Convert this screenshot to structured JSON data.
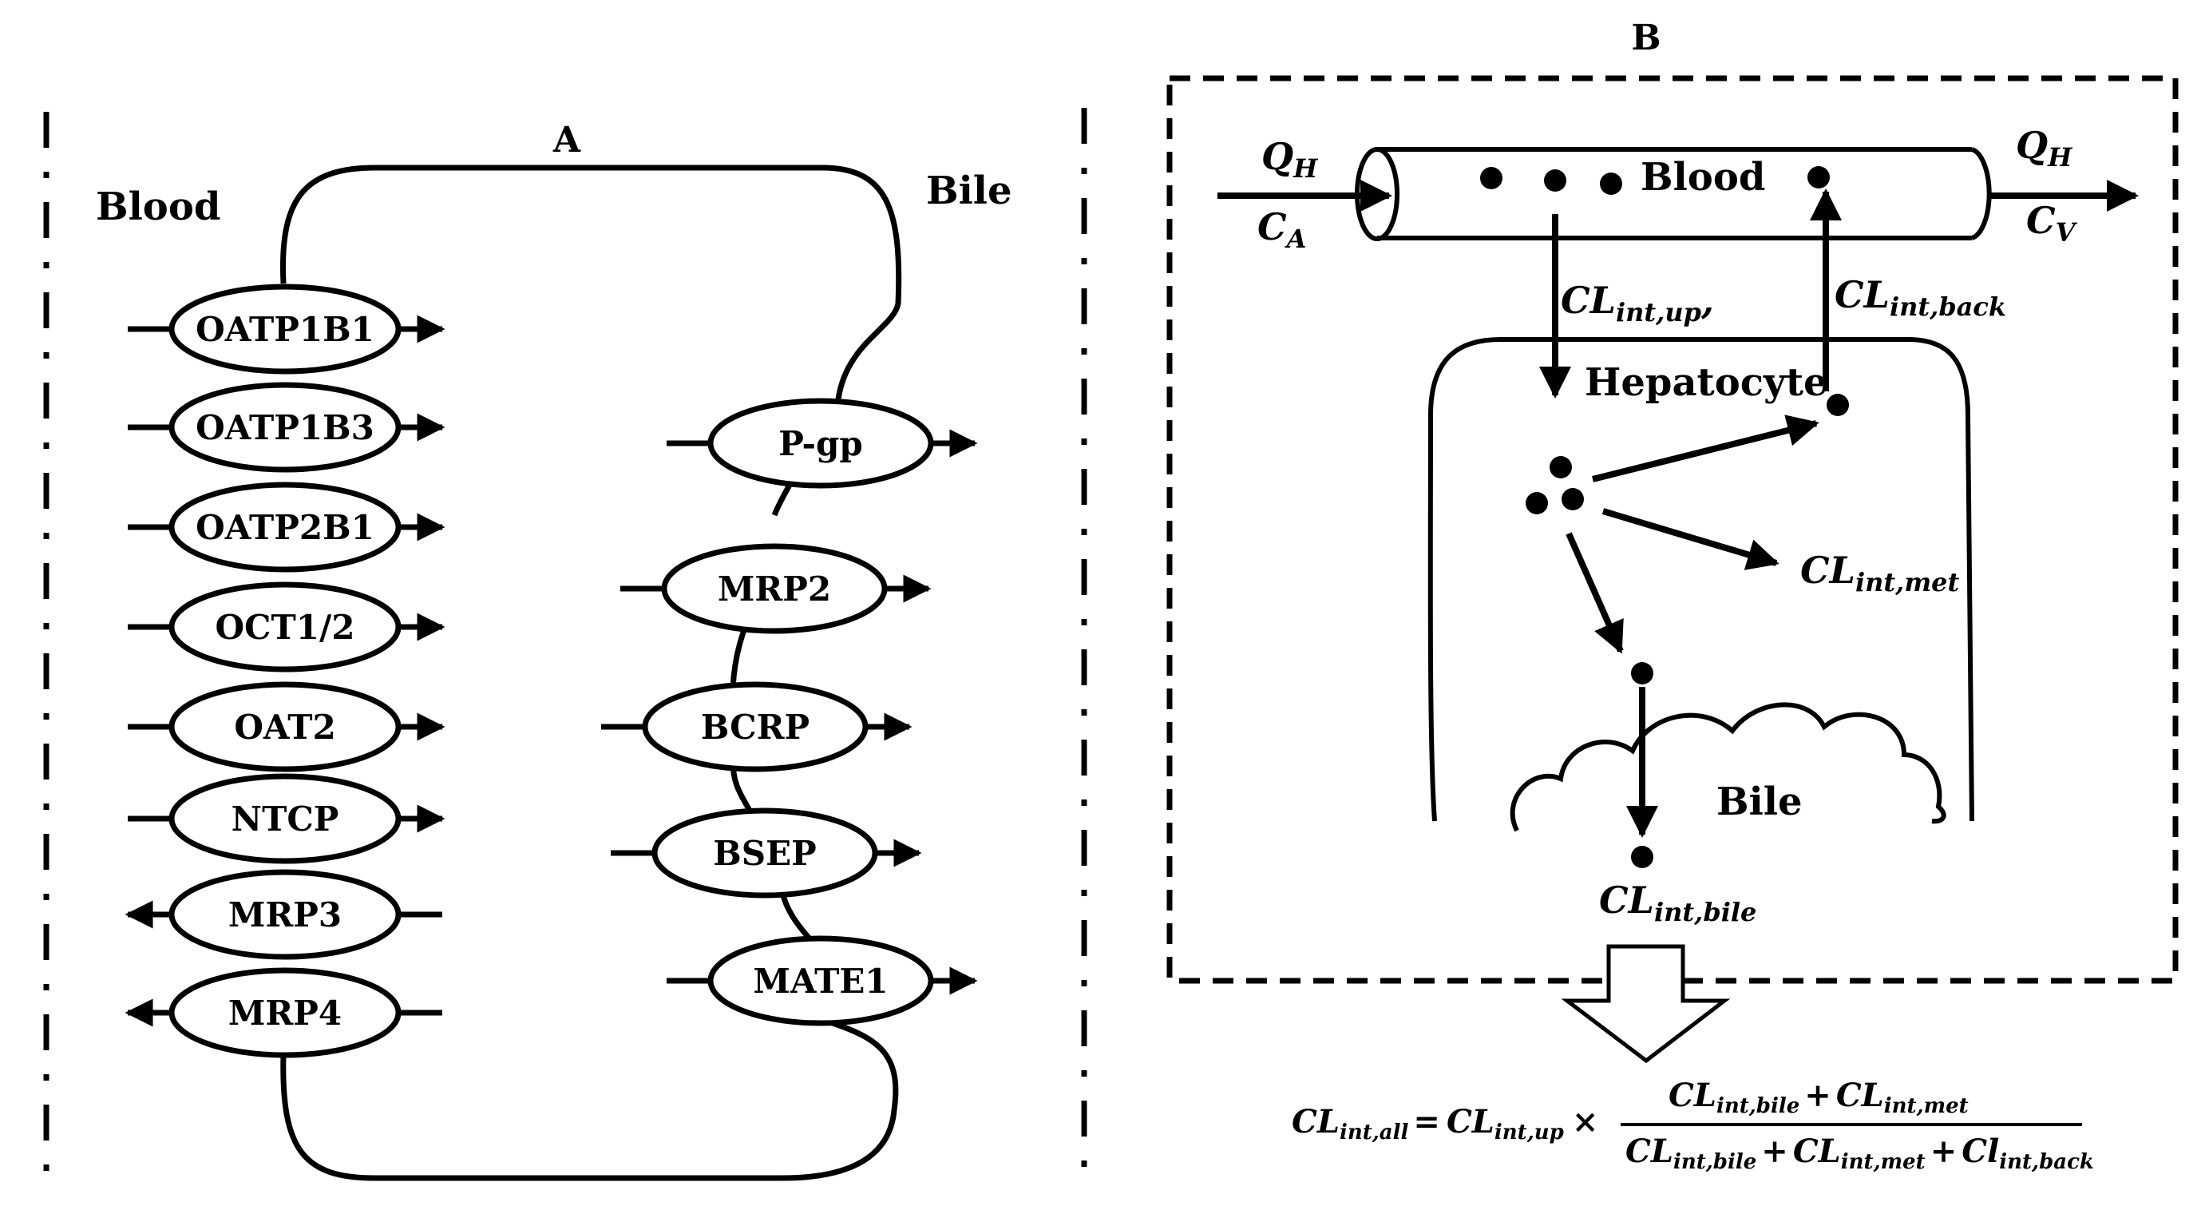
{
  "panel_a": {
    "letter": "A",
    "blood_label": "Blood",
    "bile_label": "Bile",
    "blood_transporters": [
      {
        "name": "OATP1B1",
        "direction": "in"
      },
      {
        "name": "OATP1B3",
        "direction": "in"
      },
      {
        "name": "OATP2B1",
        "direction": "in"
      },
      {
        "name": "OCT1/2",
        "direction": "in"
      },
      {
        "name": "OAT2",
        "direction": "in"
      },
      {
        "name": "NTCP",
        "direction": "in"
      },
      {
        "name": "MRP3",
        "direction": "out"
      },
      {
        "name": "MRP4",
        "direction": "out"
      }
    ],
    "bile_transporters": [
      {
        "name": "P-gp"
      },
      {
        "name": "MRP2"
      },
      {
        "name": "BCRP"
      },
      {
        "name": "BSEP"
      },
      {
        "name": "MATE1"
      }
    ]
  },
  "panel_b": {
    "letter": "B",
    "q_in": {
      "main": "Q",
      "sub": "H"
    },
    "c_in": {
      "main": "C",
      "sub": "A"
    },
    "q_out": {
      "main": "Q",
      "sub": "H"
    },
    "c_out": {
      "main": "C",
      "sub": "V"
    },
    "blood_label": "Blood",
    "hepatocyte_label": "Hepatocyte",
    "bile_label": "Bile",
    "cl_up": {
      "main": "CL",
      "sub": "int,up",
      "tail": ","
    },
    "cl_back": {
      "main": "CL",
      "sub": "int,back"
    },
    "cl_met": {
      "main": "CL",
      "sub": "int,met"
    },
    "cl_bile": {
      "main": "CL",
      "sub": "int,bile"
    }
  },
  "formula": {
    "lhs_main": "CL",
    "lhs_sub": "int,all",
    "eq": "=",
    "up_main": "CL",
    "up_sub": "int,up",
    "times": "×",
    "num1_main": "CL",
    "num1_sub": "int,bile",
    "plus": "+",
    "num2_main": "CL",
    "num2_sub": "int,met",
    "den1_main": "CL",
    "den1_sub": "int,bile",
    "den2_main": "CL",
    "den2_sub": "int,met",
    "den3_main": "Cl",
    "den3_sub": "int,back"
  }
}
